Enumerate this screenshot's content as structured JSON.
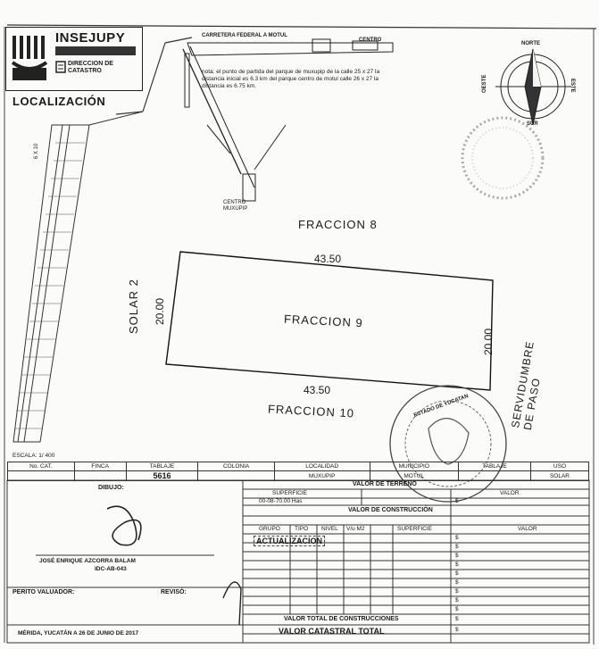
{
  "header": {
    "brand": "INSEJUPY",
    "department": "DIRECCION DE CATASTRO",
    "location_title": "LOCALIZACIÓN"
  },
  "sketch": {
    "road_label": "CARRETERA FEDERAL A MOTUL",
    "centro_label": "CENTRO",
    "note": "nota: el punto de partida del parque de muxupip de la calle 25 x 27 la distancia inicial es 6.3 km del parque centro de motul calle 26 x 27 la distancia es 6.75 km.",
    "muxupip_label": "CENTRO MUXUPIP",
    "north_label": "NORTE",
    "west_label": "OESTE",
    "east_label": "ESTE",
    "south_label": "SUR",
    "street_label": "6 X 10"
  },
  "plot": {
    "fraccion_top": "FRACCION 8",
    "fraccion_main": "FRACCION 9",
    "fraccion_bottom": "FRACCION 10",
    "dim_top": "43.50",
    "dim_bottom": "43.50",
    "dim_left": "20.00",
    "dim_right": "20.00",
    "solar_label": "SOLAR 2",
    "servidumbre_label": "SERVIDUMBRE DE PASO",
    "stamp_text": "ESTADO DE YUCATAN"
  },
  "form": {
    "escala": "ESCALA: 1/ 400",
    "columns": [
      "No. CAT.",
      "FINCA",
      "TABLAJE",
      "COLONIA",
      "LOCALIDAD",
      "MUNICIPIO",
      "TABLAJE",
      "USO"
    ],
    "values": [
      "",
      "",
      "5616",
      "",
      "MUXUPIP",
      "MOTUL",
      "",
      "SOLAR"
    ],
    "dibujo_label": "DIBUJO:",
    "drafter_name": "JOSÉ ENRIQUE AZCORRA BALAM",
    "drafter_id": "IDC-AB-043",
    "perito_label": "PERITO VALUADOR:",
    "reviso_label": "REVISÓ:",
    "fecha": "MÉRIDA, YUCATÁN A 26 DE JUNIO DE 2017",
    "valor_terreno": "VALOR DE TERRENO",
    "superficie_label": "SUPERFICIE",
    "valor_label": "VALOR",
    "superficie_value": "00-08-70.00 Has",
    "valor_terreno_value": "$",
    "valor_construccion": "VALOR DE CONSTRUCCIÓN",
    "const_cols": [
      "GRUPO",
      "TIPO",
      "NIVEL",
      "V/u M2",
      "SUPERFICIE",
      "VALOR"
    ],
    "actualizacion": "ACTUALIZACION",
    "valor_total_construcciones": "VALOR TOTAL DE CONSTRUCCIONES",
    "valor_catastral_total": "VALOR CATASTRAL TOTAL",
    "currency": "$"
  }
}
